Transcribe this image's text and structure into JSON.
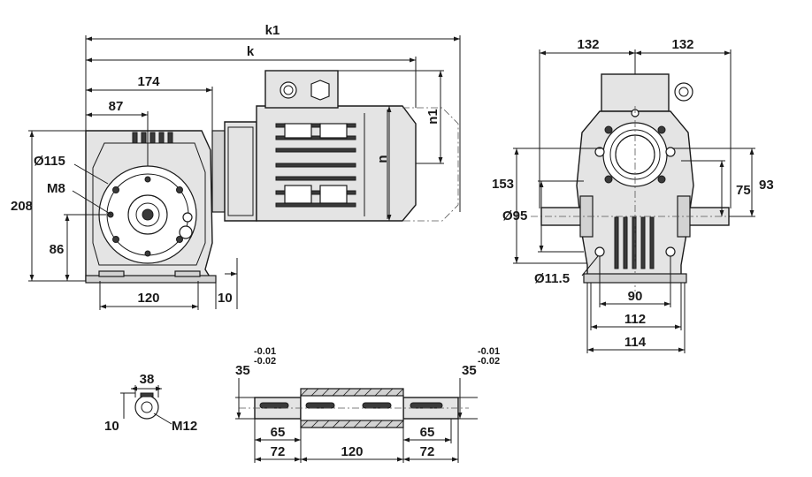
{
  "side_view": {
    "k1": "k1",
    "k": "k",
    "d174": "174",
    "d87": "87",
    "d115": "Ø115",
    "m8": "M8",
    "d208": "208",
    "d86": "86",
    "d120": "120",
    "d10": "10",
    "n": "n",
    "n1": "n1"
  },
  "front_view": {
    "d132_left": "132",
    "d132_right": "132",
    "d153": "153",
    "d75": "75",
    "d93": "93",
    "d95": "Ø95",
    "d11_5": "Ø11.5",
    "d90": "90",
    "d112": "112",
    "d114": "114"
  },
  "shaft_end": {
    "d38": "38",
    "d10": "10",
    "m12": "M12"
  },
  "output_shaft": {
    "d35_left": "35",
    "tol_left_upper": "-0.01",
    "tol_left_lower": "-0.02",
    "d35_right": "35",
    "tol_right_upper": "-0.01",
    "tol_right_lower": "-0.02",
    "d65_left": "65",
    "d65_right": "65",
    "d72_left": "72",
    "d120": "120",
    "d72_right": "72"
  }
}
